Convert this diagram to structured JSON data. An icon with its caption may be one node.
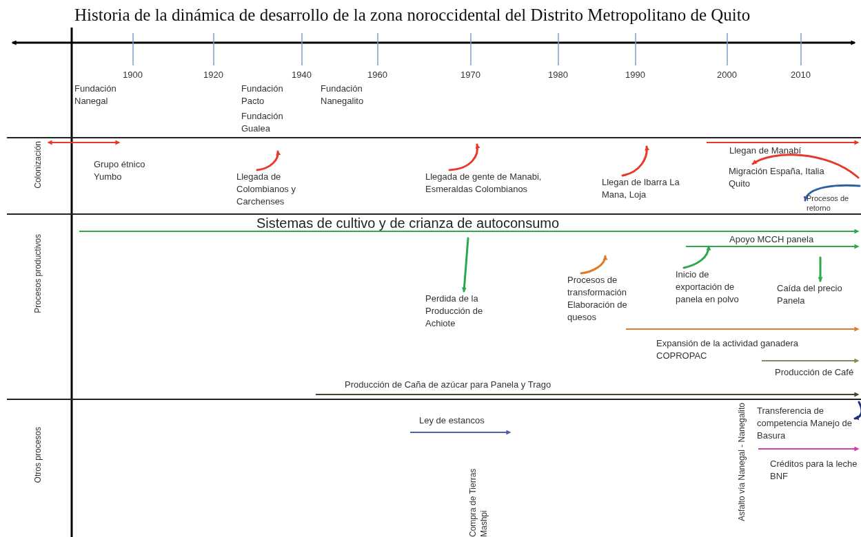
{
  "diagram": {
    "title": "Historia de la dinámica de desarrollo de la zona noroccidental del Distrito Metropolitano de Quito",
    "nodes": [
      {
        "text": [
          "Llegada de Colombianos y Carchenses"
        ]
      },
      {
        "text": [
          "Llegada de gente de Manabi, Esmeraldas Colombianos"
        ]
      },
      {
        "text": [
          "Llegan de Ibarra La Mana, Loja"
        ]
      },
      {
        "text": [
          "Migración España, Italia Quito"
        ]
      },
      {
        "text": [
          "Procesos de retorno"
        ]
      },
      {
        "text": [
          "Perdida de la Producción de Achiote"
        ]
      },
      {
        "text": [
          "Procesos de transformación Elaboración de quesos"
        ]
      },
      {
        "text": [
          "Inicio de exportación de panela en polvo"
        ]
      },
      {
        "text": [
          "Caída del precio Panela"
        ]
      },
      {
        "text": [
          "Transferencia de competencia Manejo de Basura"
        ]
      }
    ],
    "edges": [
      {
        "from": 0,
        "to": null,
        "arrow": "to",
        "color": "#e8392b"
      },
      {
        "from": 1,
        "to": null,
        "arrow": "to",
        "color": "#e8392b"
      },
      {
        "from": 2,
        "to": null,
        "arrow": "to",
        "color": "#e8392b"
      },
      {
        "from": null,
        "to": 3,
        "arrow": "to",
        "color": "#e8392b"
      },
      {
        "from": null,
        "to": 4,
        "arrow": "to",
        "color": "#2f5f9e"
      },
      {
        "from": null,
        "to": 5,
        "arrow": "to",
        "color": "#2ea84a"
      },
      {
        "from": 6,
        "to": null,
        "arrow": "to",
        "color": "#e07b27"
      },
      {
        "from": 7,
        "to": null,
        "arrow": "to",
        "color": "#2ea84a"
      },
      {
        "from": null,
        "to": 8,
        "arrow": "to",
        "color": "#2ea84a"
      },
      {
        "from": null,
        "to": 9,
        "arrow": "to",
        "color": "#1f2f7a"
      }
    ],
    "labels": [
      "1900",
      "1920",
      "1940",
      "1960",
      "1970",
      "1980",
      "1990",
      "2000",
      "2010",
      "Fundación Nanegal",
      "Fundación Pacto",
      "Fundación Nanegalito",
      "Fundación Gualea",
      "Colonización",
      "Grupo étnico Yumbo",
      "Llegan de Manabí",
      "Procesos productivos",
      "Sistemas de cultivo y de crianza de autoconsumo",
      "Apoyo MCCH panela",
      "Expansión de la actividad ganadera COPROPAC",
      "Producción de Café",
      "Producción de Caña de azúcar para Panela y Trago",
      "Otros procesos",
      "Ley de estancos",
      "Compra de Tierras Mashpi",
      "Asfalto vía Nanegal - Nanegalito",
      "Créditos para la leche BNF"
    ]
  }
}
